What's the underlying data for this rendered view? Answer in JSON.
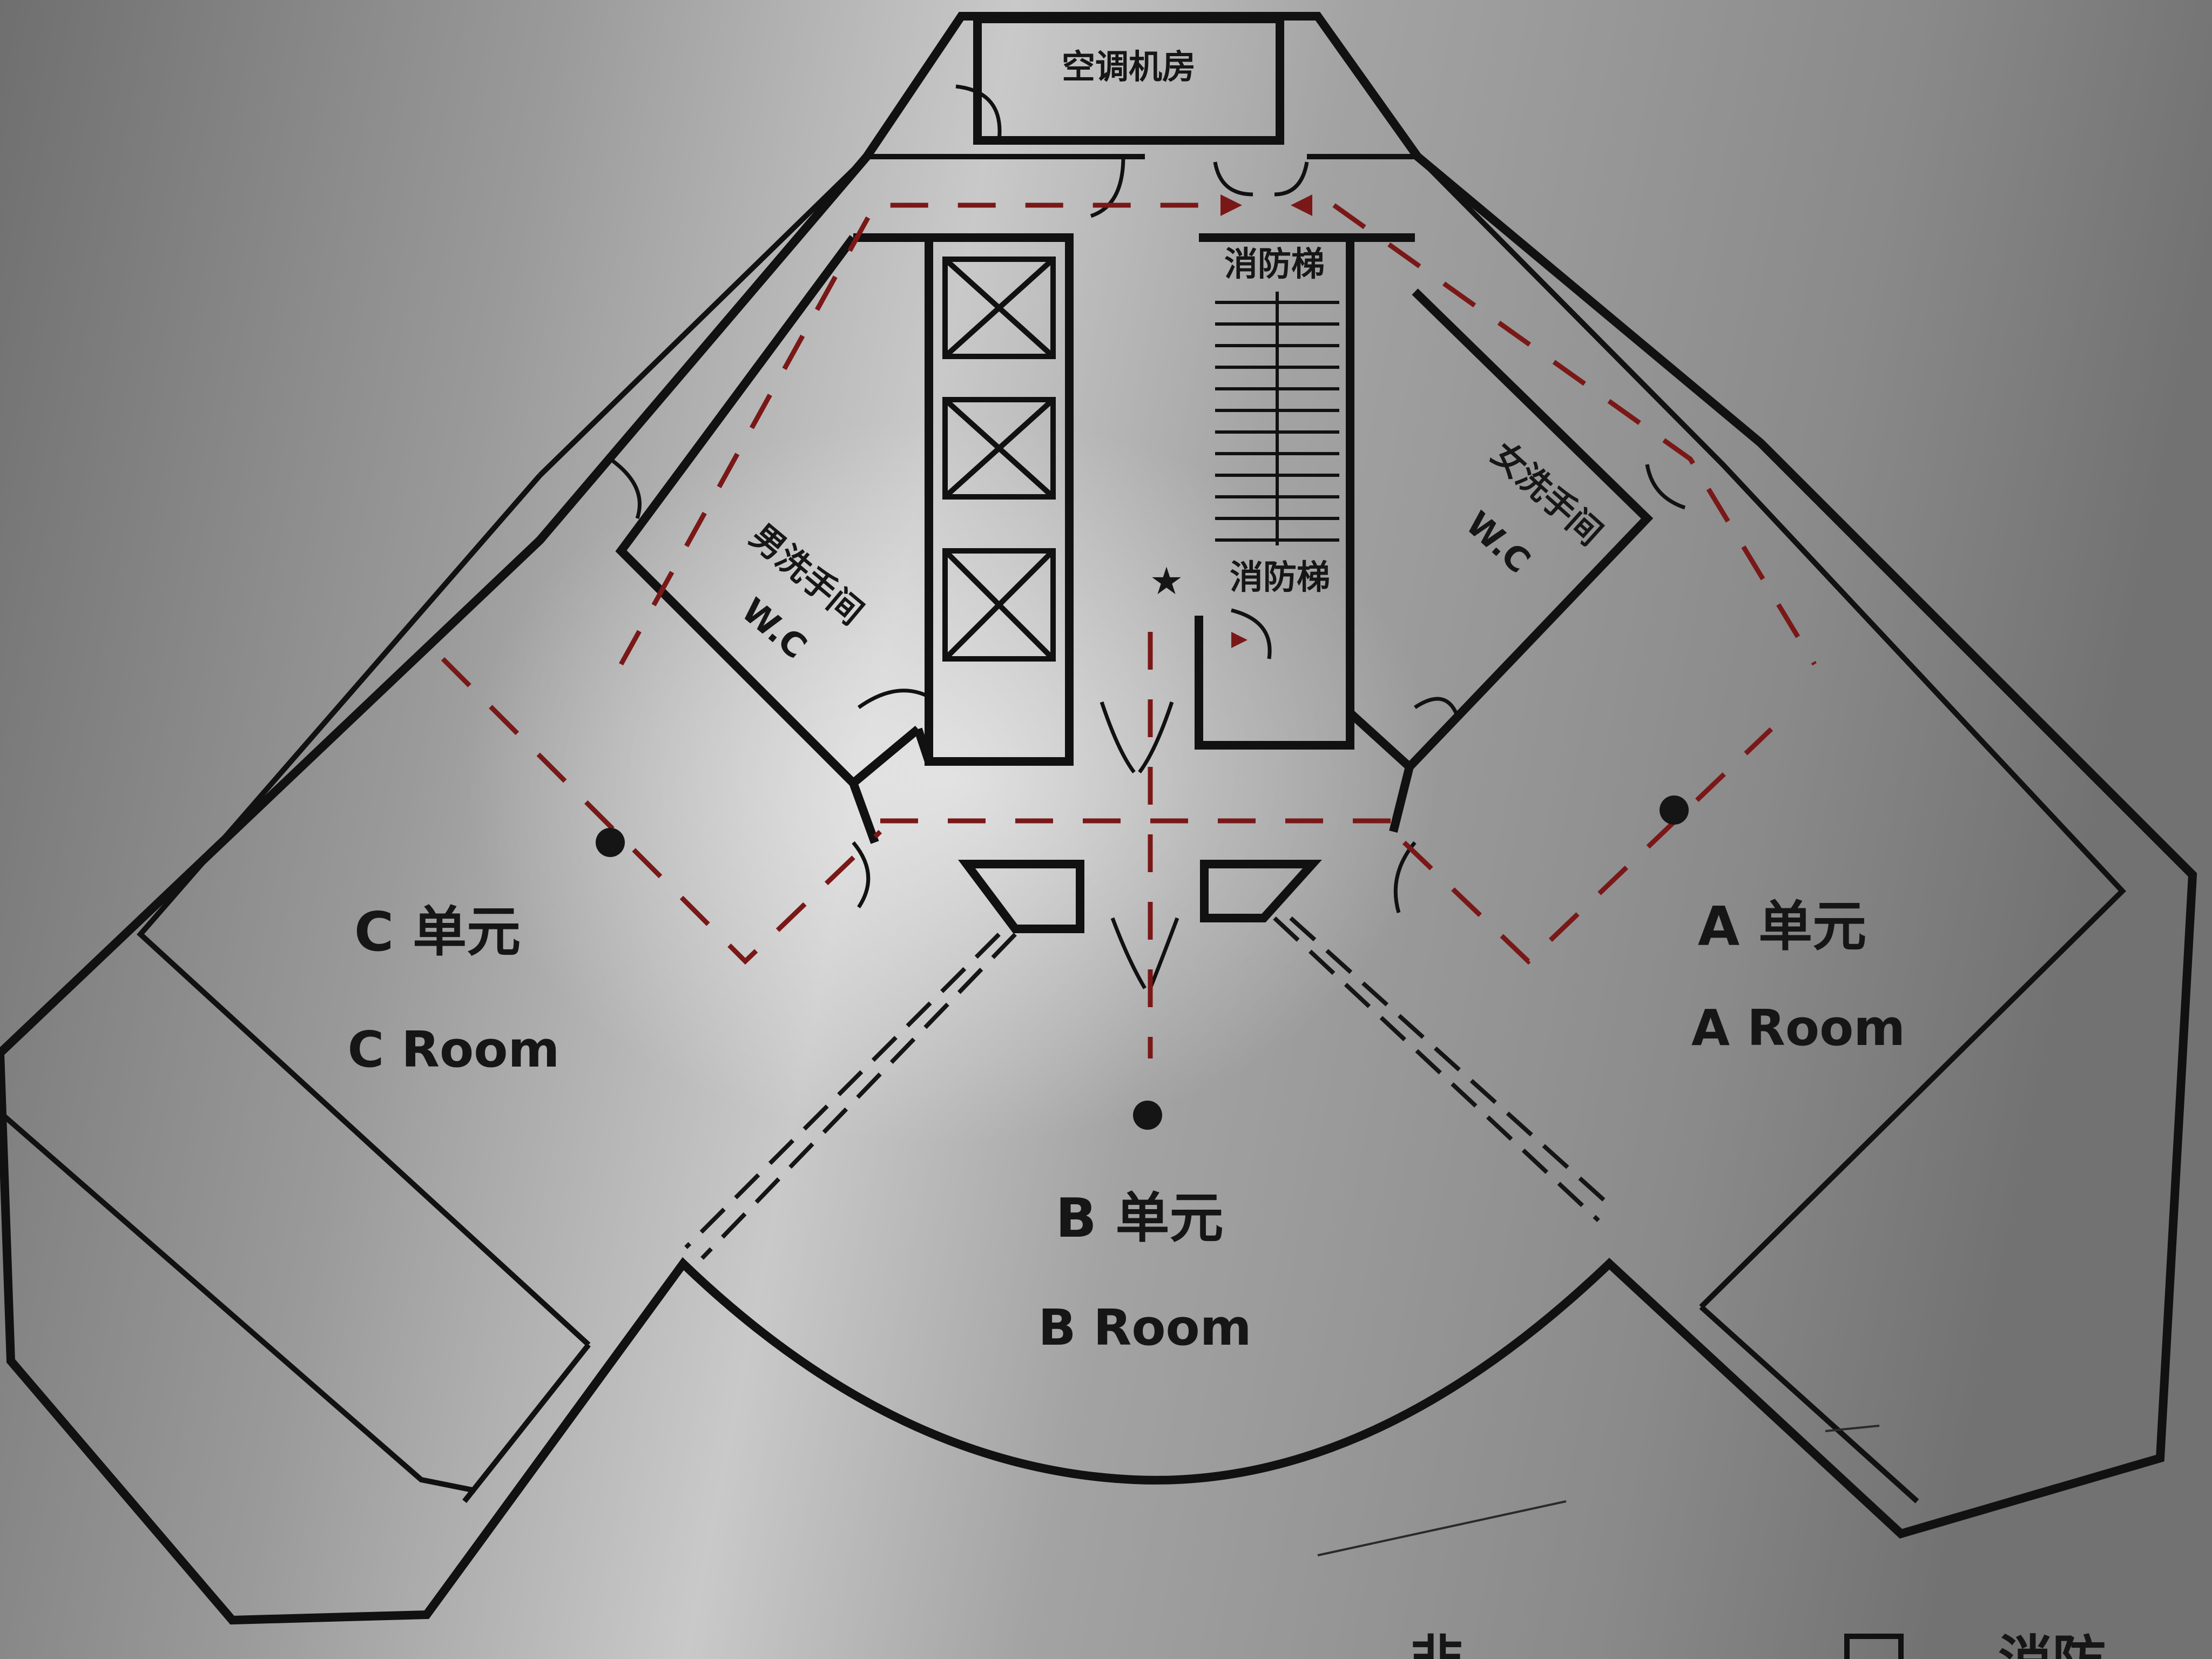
{
  "labels": {
    "ac_room": "空调机房",
    "fire_stair_top": "消防梯",
    "fire_stair_bottom": "消防梯",
    "male_wc_cn": "男洗手间",
    "male_wc_en": "W.C",
    "female_wc_cn": "女洗手间",
    "female_wc_en": "W.C",
    "room_c_cn": "C 单元",
    "room_c_en": "C Room",
    "room_a_cn": "A 单元",
    "room_a_en": "A Room",
    "room_b_cn": "B 单元",
    "room_b_en": "B Room",
    "bottom_partial_left": "非",
    "bottom_partial_right": "消防"
  },
  "markers": {
    "you_are_here": "★"
  },
  "colors": {
    "plate": "#8f8f8f",
    "lines": "#111111",
    "route": "#7a1818"
  }
}
